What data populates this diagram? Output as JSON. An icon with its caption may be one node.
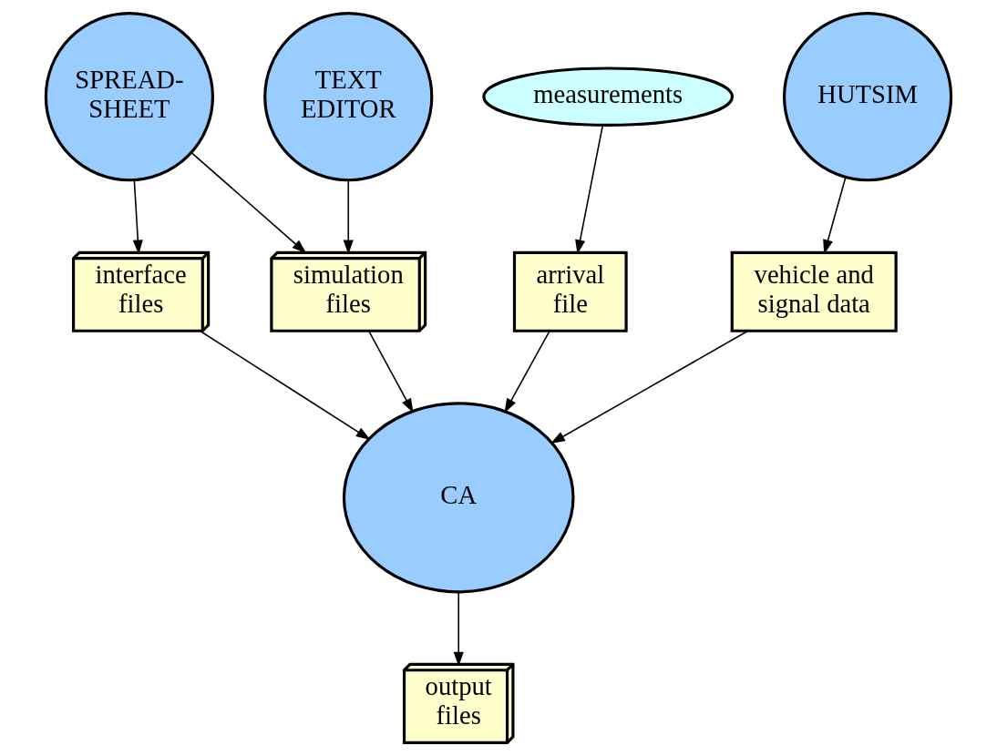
{
  "diagram": {
    "nodes": [
      {
        "text": [
          "SPREAD- SHEET"
        ]
      },
      {
        "text": [
          "TEXT EDITOR"
        ]
      },
      {
        "text": [
          "measurements"
        ]
      },
      {
        "text": [
          "HUTSIM"
        ]
      },
      {
        "text": [
          "interface files"
        ]
      },
      {
        "text": [
          "simulation files"
        ]
      },
      {
        "text": [
          "arrival file"
        ]
      },
      {
        "text": [
          "vehicle and signal data"
        ]
      },
      {
        "text": [
          "CA"
        ]
      },
      {
        "text": [
          "output files"
        ]
      }
    ],
    "edges": [
      {
        "from": 0,
        "to": 4,
        "arrow": "to"
      },
      {
        "from": 0,
        "to": 5,
        "arrow": "to"
      },
      {
        "from": 1,
        "to": 5,
        "arrow": "to"
      },
      {
        "from": 2,
        "to": 6,
        "arrow": "to"
      },
      {
        "from": 3,
        "to": 7,
        "arrow": "to"
      },
      {
        "from": 4,
        "to": 8,
        "arrow": "to"
      },
      {
        "from": 5,
        "to": 8,
        "arrow": "to"
      },
      {
        "from": 6,
        "to": 8,
        "arrow": "to"
      },
      {
        "from": 7,
        "to": 8,
        "arrow": "to"
      },
      {
        "from": 8,
        "to": 9,
        "arrow": "to"
      }
    ]
  }
}
